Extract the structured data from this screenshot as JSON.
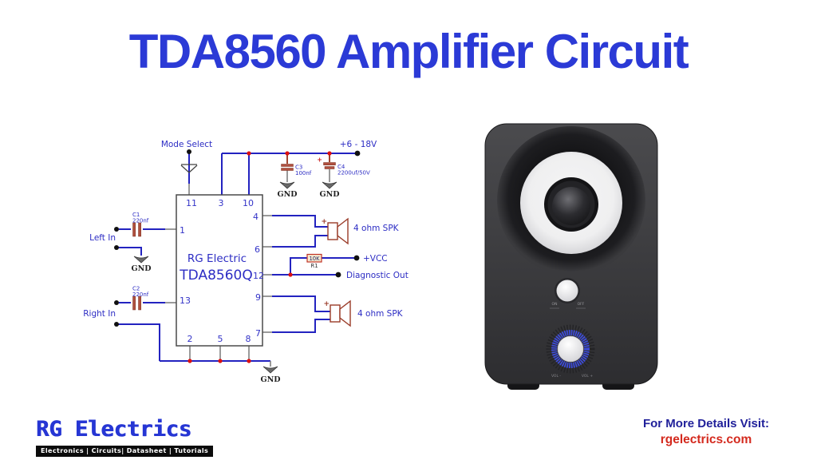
{
  "title": "TDA8560 Amplifier Circuit",
  "colors": {
    "title_blue": "#2b3ad6",
    "wire_blue": "#2323c0",
    "label_blue": "#2d2dc4",
    "junction_red": "#dd1111",
    "component_red": "#9a3b28",
    "resistor_border_red": "#c03326",
    "navy": "#20209a",
    "link_red": "#d42a1e",
    "logo_blue": "#2636d4",
    "led_ring_blue": "#3d4ce0"
  },
  "schematic": {
    "labels": {
      "mode_select": "Mode Select",
      "supply": "+6 - 18V",
      "left_in": "Left In",
      "right_in": "Right In",
      "gnd": "GND",
      "vcc": "+VCC",
      "diagnostic": "Diagnostic Out",
      "spk": "4 ohm SPK",
      "plus": "+"
    },
    "ic": {
      "brand": "RG Electric",
      "part": "TDA8560Q"
    },
    "components": {
      "c1": {
        "name": "C1",
        "value": "220nf"
      },
      "c2": {
        "name": "C2",
        "value": "220nf"
      },
      "c3": {
        "name": "C3",
        "value": "100nf"
      },
      "c4": {
        "name": "C4",
        "value": "2200uf/50V"
      },
      "r1": {
        "name": "R1",
        "value": "10K"
      }
    },
    "pins": {
      "p1": "1",
      "p2": "2",
      "p3": "3",
      "p4": "4",
      "p5": "5",
      "p6": "6",
      "p7": "7",
      "p8": "8",
      "p9": "9",
      "p10": "10",
      "p11": "11",
      "p12": "12",
      "p13": "13"
    }
  },
  "speaker": {
    "on": "ON",
    "off": "OFF",
    "vol_minus": "VOL -",
    "vol_plus": "VOL +"
  },
  "footer": {
    "logo_text": "RG Electrics",
    "logo_tagline": "Electronics | Circuits| Datasheet | Tutorials",
    "more_details": "For More Details Visit:",
    "website": "rgelectrics.com"
  }
}
